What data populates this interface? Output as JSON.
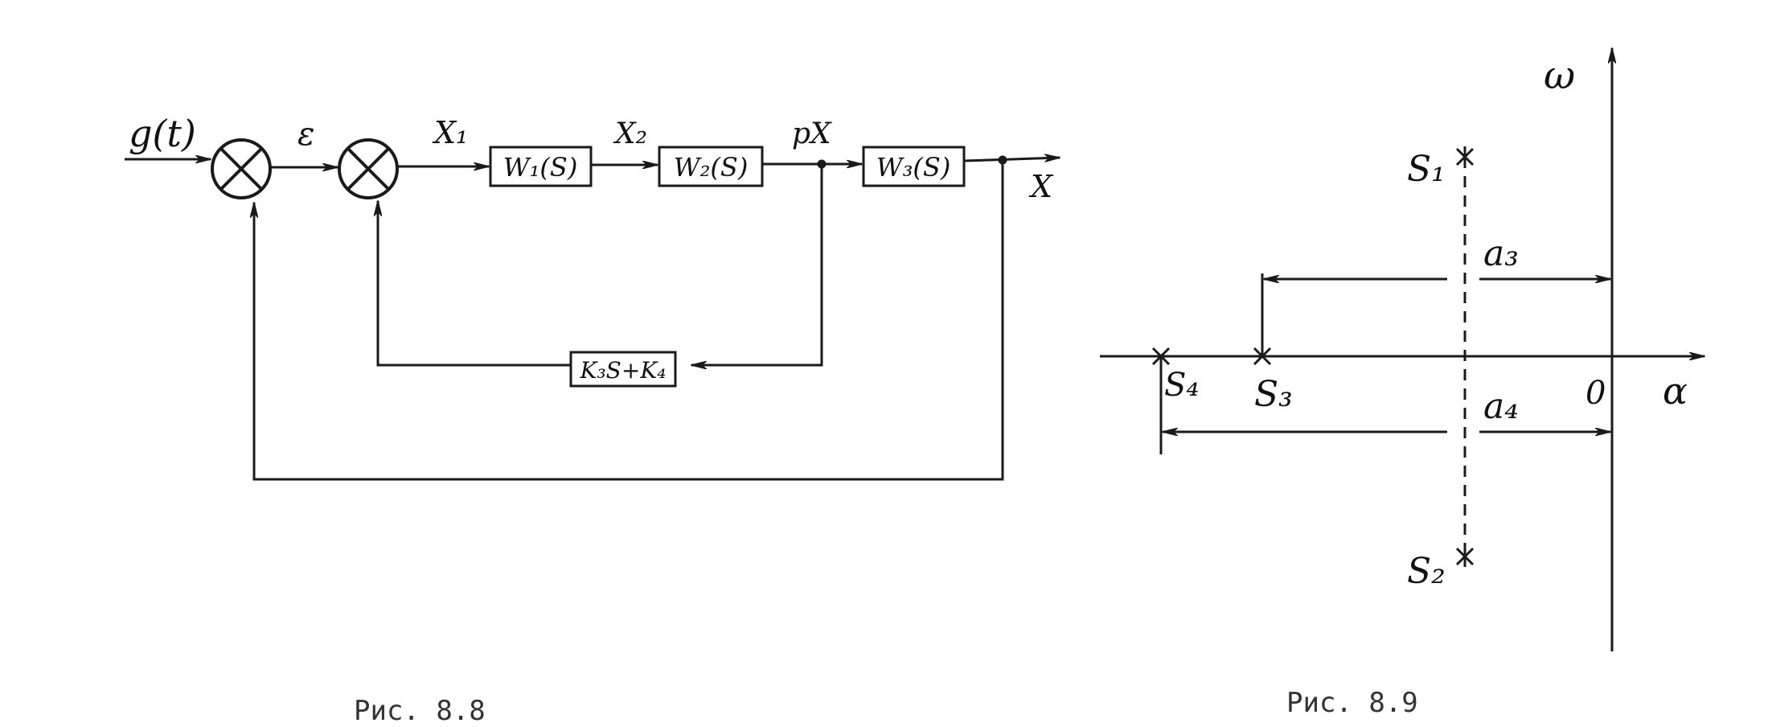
{
  "figure_8_8": {
    "caption": "Рис. 8.8",
    "input_label": "g(t)",
    "error_label": "ε",
    "x1_label": "X₁",
    "x2_label": "X₂",
    "px_label": "pX",
    "output_label": "X",
    "block_w1": "W₁(S)",
    "block_w2": "W₂(S)",
    "block_w3": "W₃(S)",
    "feedback_block": "K₃S+K₄"
  },
  "figure_8_9": {
    "caption": "Рис. 8.9",
    "axis_omega": "ω",
    "axis_alpha": "α",
    "origin": "0",
    "s1": "S₁",
    "s2": "S₂",
    "s3": "S₃",
    "s4": "S₄",
    "a3": "a₃",
    "a4": "a₄"
  }
}
